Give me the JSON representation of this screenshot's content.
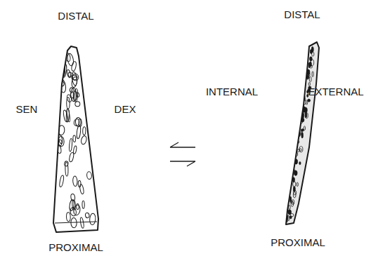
{
  "diagram": {
    "labels": [
      "DISTAL",
      "SEN",
      "DEX",
      "PROXIMAL",
      "DISTAL",
      "INTERNAL",
      "EXTERNAL",
      "PROXIMAL"
    ]
  }
}
